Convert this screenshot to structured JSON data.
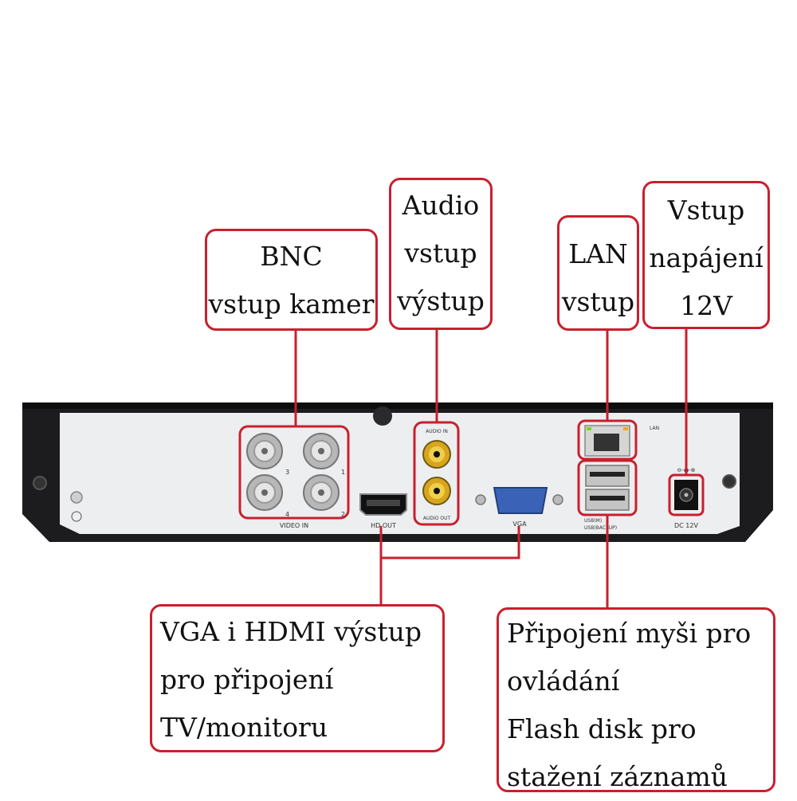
{
  "callouts": {
    "bnc": [
      "BNC",
      "vstup kamer"
    ],
    "audio": [
      "Audio",
      "vstup",
      "výstup"
    ],
    "lan": [
      "LAN",
      "vstup"
    ],
    "power": [
      "Vstup",
      "napájení",
      "12V"
    ],
    "vga_hdmi": [
      "VGA i HDMI výstup",
      "pro připojení",
      "TV/monitoru"
    ],
    "usb": [
      "Připojení myši pro",
      "ovládání",
      "Flash disk pro",
      "stažení záznamů"
    ]
  },
  "panel": {
    "video_in": "VIDEO IN",
    "bnc_numbers": [
      "3",
      "1",
      "4",
      "2"
    ],
    "hd_out": "HD OUT",
    "audio_in": "AUDIO IN",
    "audio_out": "AUDIO OUT",
    "vga": "VGA",
    "lan": "LAN",
    "usb1": "USB(M)",
    "usb2": "USB(BACKUP)",
    "dc": "DC 12V"
  },
  "colors": {
    "accent": "#c8202e",
    "panel": "#eceef0",
    "chassis": "#1c1c1e"
  }
}
